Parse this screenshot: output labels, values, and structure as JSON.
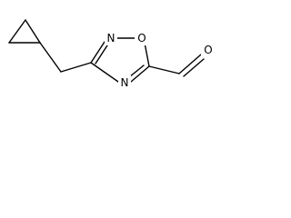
{
  "molecule": {
    "atoms": {
      "ring_n_top": "N",
      "ring_o": "O",
      "ring_n_bottom": "N",
      "aldehyde_o": "O"
    }
  }
}
